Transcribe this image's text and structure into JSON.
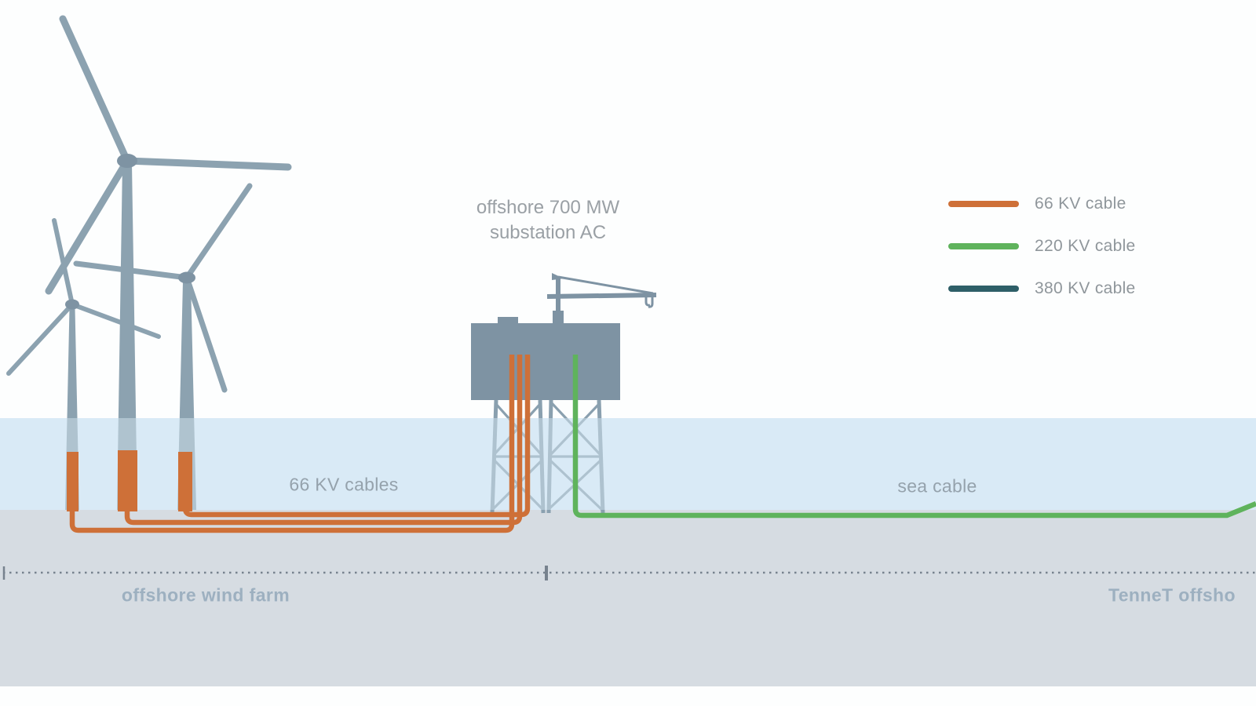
{
  "labels": {
    "substation_line1": "offshore 700 MW",
    "substation_line2": "substation AC",
    "array_cables": "66 KV cables",
    "sea_cable": "sea cable",
    "zone_left": "offshore wind farm",
    "zone_right": "TenneT offsho"
  },
  "legend": {
    "items": [
      {
        "label": "66 KV cable",
        "color": "#CE7038"
      },
      {
        "label": "220 KV cable",
        "color": "#5FB35C"
      },
      {
        "label": "380 KV cable",
        "color": "#2E5F68"
      }
    ]
  },
  "colors": {
    "sea": "#D9EAF6",
    "seabed": "#D6DCE2",
    "structure": "#8CA2B0",
    "platform": "#7E93A3",
    "cable_66kv": "#CE7038",
    "cable_220kv": "#5FB35C",
    "cable_380kv": "#2E5F68",
    "zone_text": "#9DB0C0",
    "label_text": "#95A2AC",
    "legend_text": "#8F969B"
  }
}
